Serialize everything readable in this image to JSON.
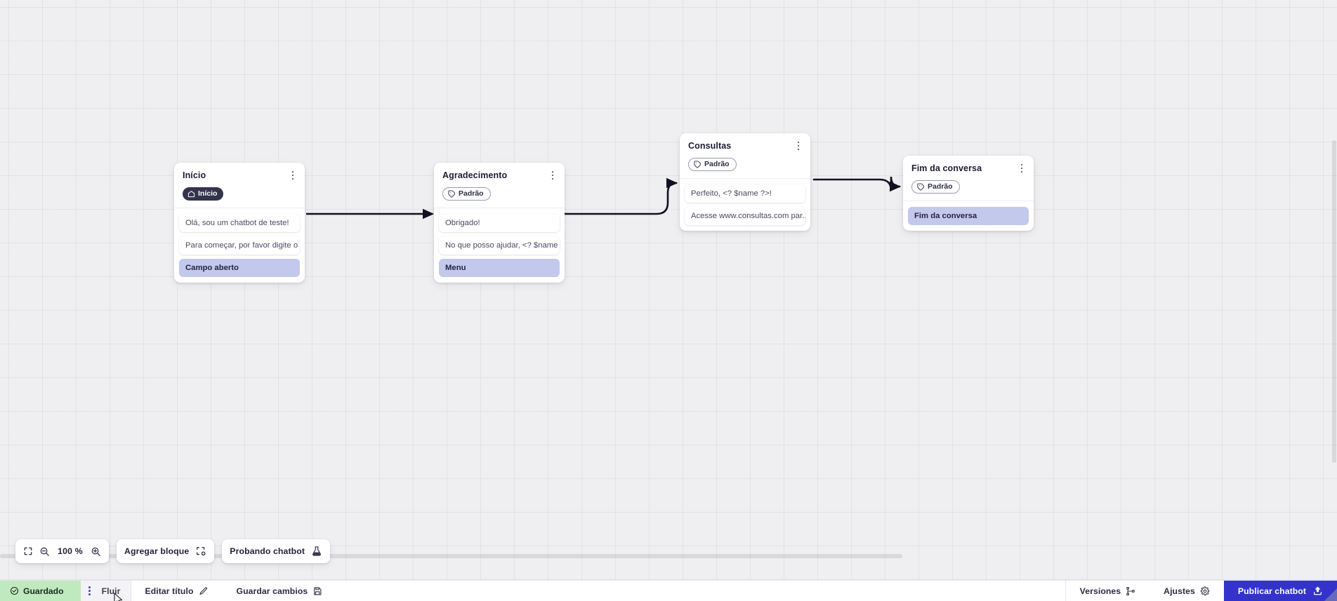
{
  "canvas": {
    "zoom_label": "100 %",
    "icons": {
      "fit": "fit-screen-icon",
      "zoom_out": "zoom-out-icon",
      "zoom_in": "zoom-in-icon",
      "add_block": "add-block-icon",
      "test": "flask-icon"
    },
    "add_block_label": "Agregar bloque",
    "test_chatbot_label": "Probando chatbot"
  },
  "nodes": [
    {
      "id": "inicio",
      "title": "Início",
      "tag": {
        "label": "Início",
        "kind": "start",
        "icon": "home-icon"
      },
      "items": [
        {
          "text": "Olá, sou um chatbot de teste!",
          "kind": "message"
        },
        {
          "text": "Para começar, por favor digite o ...",
          "kind": "message"
        },
        {
          "text": "Campo aberto",
          "kind": "accent"
        }
      ]
    },
    {
      "id": "agradecimento",
      "title": "Agradecimento",
      "tag": {
        "label": "Padrão",
        "kind": "default",
        "icon": "tag-icon"
      },
      "items": [
        {
          "text": "Obrigado!",
          "kind": "message"
        },
        {
          "text": "No que posso ajudar, <? $name ...",
          "kind": "message"
        },
        {
          "text": "Menu",
          "kind": "accent"
        }
      ]
    },
    {
      "id": "consultas",
      "title": "Consultas",
      "tag": {
        "label": "Padrão",
        "kind": "default",
        "icon": "tag-icon"
      },
      "items": [
        {
          "text": "Perfeito, <? $name ?>!",
          "kind": "message"
        },
        {
          "text": "Acesse www.consultas.com par...",
          "kind": "message"
        }
      ]
    },
    {
      "id": "fim",
      "title": "Fim da conversa",
      "tag": {
        "label": "Padrão",
        "kind": "default",
        "icon": "tag-icon"
      },
      "items": [
        {
          "text": "Fim da conversa",
          "kind": "accent"
        }
      ]
    }
  ],
  "statusbar": {
    "saved_label": "Guardado",
    "saved_icon": "check-circle-icon",
    "more_icon": "kebab-menu-icon",
    "tab_label": "Fluir",
    "edit_title_label": "Editar título",
    "edit_title_icon": "pencil-icon",
    "save_changes_label": "Guardar cambios",
    "save_changes_icon": "save-disk-icon",
    "versions_label": "Versiones",
    "versions_icon": "branch-icon",
    "settings_label": "Ajustes",
    "settings_icon": "gear-icon",
    "publish_label": "Publicar chatbot",
    "publish_icon": "upload-icon"
  },
  "colors": {
    "accent_blue": "#3333cc",
    "node_accent": "#c3c8ed",
    "saved_green": "#bfe9bf",
    "start_tag": "#33334d",
    "canvas_bg": "#efeff1"
  }
}
